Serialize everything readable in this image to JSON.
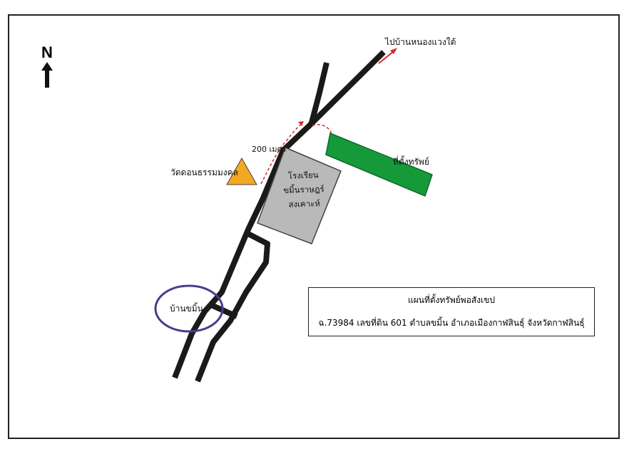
{
  "map": {
    "north_label": "N",
    "direction_label": "ไปบ้านหนองแวงใต้",
    "distance_label": "200 เมตร",
    "temple_label": "วัดดอนธรรมมงคล",
    "school_label_lines": [
      "โรงเรียน",
      "ขมิ้นราษฎร์",
      "สงเคาะห์"
    ],
    "village_label": "บ้านขมิ้น",
    "property_label": "ที่ตั้งทรัพย์"
  },
  "legend": {
    "title": "แผนที่ตั้งทรัพย์พอสังเขป",
    "subtitle": "ฉ.73984 เลขที่ดิน 601 ตำบลขมิ้น อำเภอเมืองกาฬสินธุ์ จังหวัดกาฬสินธุ์"
  },
  "colors": {
    "road": "#1a1a1a",
    "property": "#159a3a",
    "school": "#b9b9b9",
    "temple": "#f2a821",
    "village_ring": "#4a3c8c",
    "route_arrow": "#d62a2a"
  }
}
